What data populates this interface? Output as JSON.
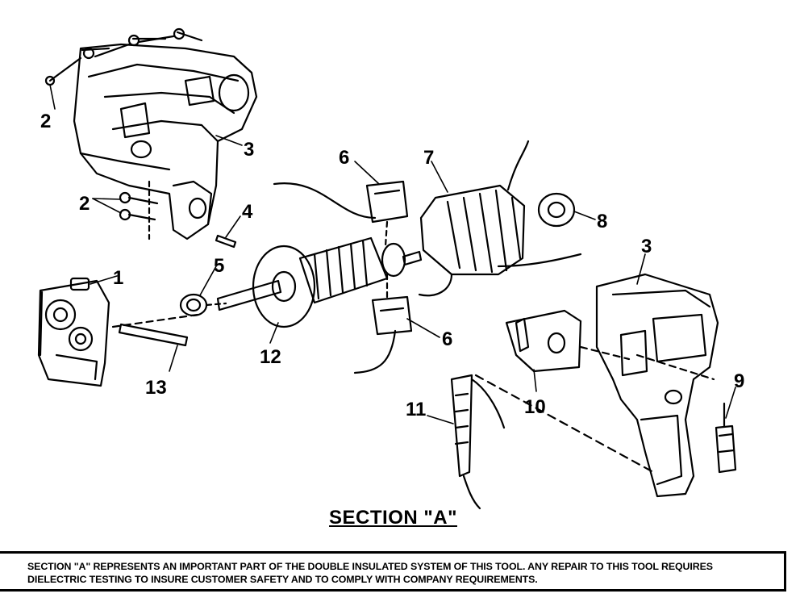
{
  "section_title": "SECTION \"A\"",
  "note": "SECTION \"A\" REPRESENTS AN IMPORTANT PART OF THE DOUBLE INSULATED SYSTEM OF THIS TOOL.  ANY REPAIR TO THIS TOOL REQUIRES DIELECTRIC TESTING TO INSURE CUSTOMER SAFETY AND TO COMPLY WITH COMPANY REQUIREMENTS.",
  "callouts": [
    "1",
    "2",
    "2",
    "3",
    "3",
    "4",
    "5",
    "6",
    "6",
    "7",
    "8",
    "9",
    "10",
    "11",
    "12",
    "13"
  ]
}
